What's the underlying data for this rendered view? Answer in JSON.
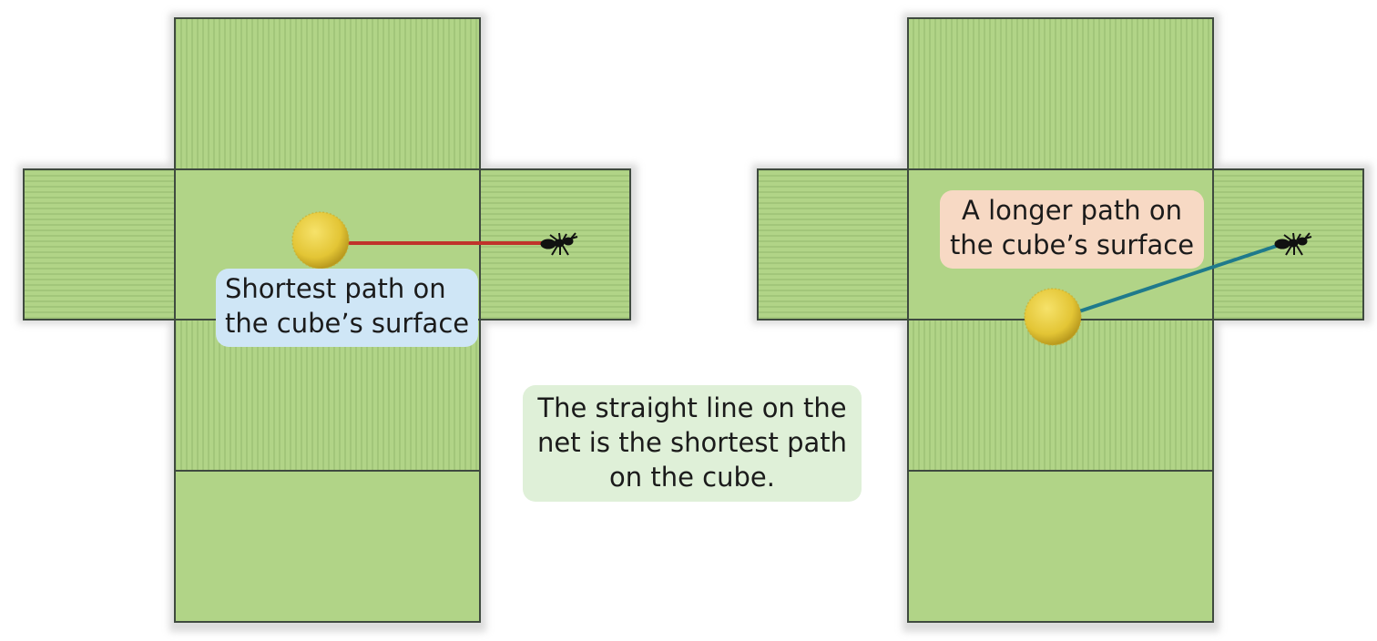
{
  "labels": {
    "shortest": [
      "Shortest path on",
      "the cube’s surface"
    ],
    "longer": [
      "A longer path on",
      "the cube’s surface"
    ],
    "caption": [
      "The straight line on the",
      "net is the shortest path",
      "on the cube."
    ]
  },
  "colors": {
    "face_fill": "#b1d487",
    "face_outline": "#3f4a3f",
    "shadow": "#c8c8c8",
    "short_path": "#c0332b",
    "long_path": "#1f7a8c",
    "ball": "#e8cc3a",
    "ant": "#111111"
  },
  "icons": {
    "ball": "tennis-ball-icon",
    "ant": "ant-icon"
  }
}
